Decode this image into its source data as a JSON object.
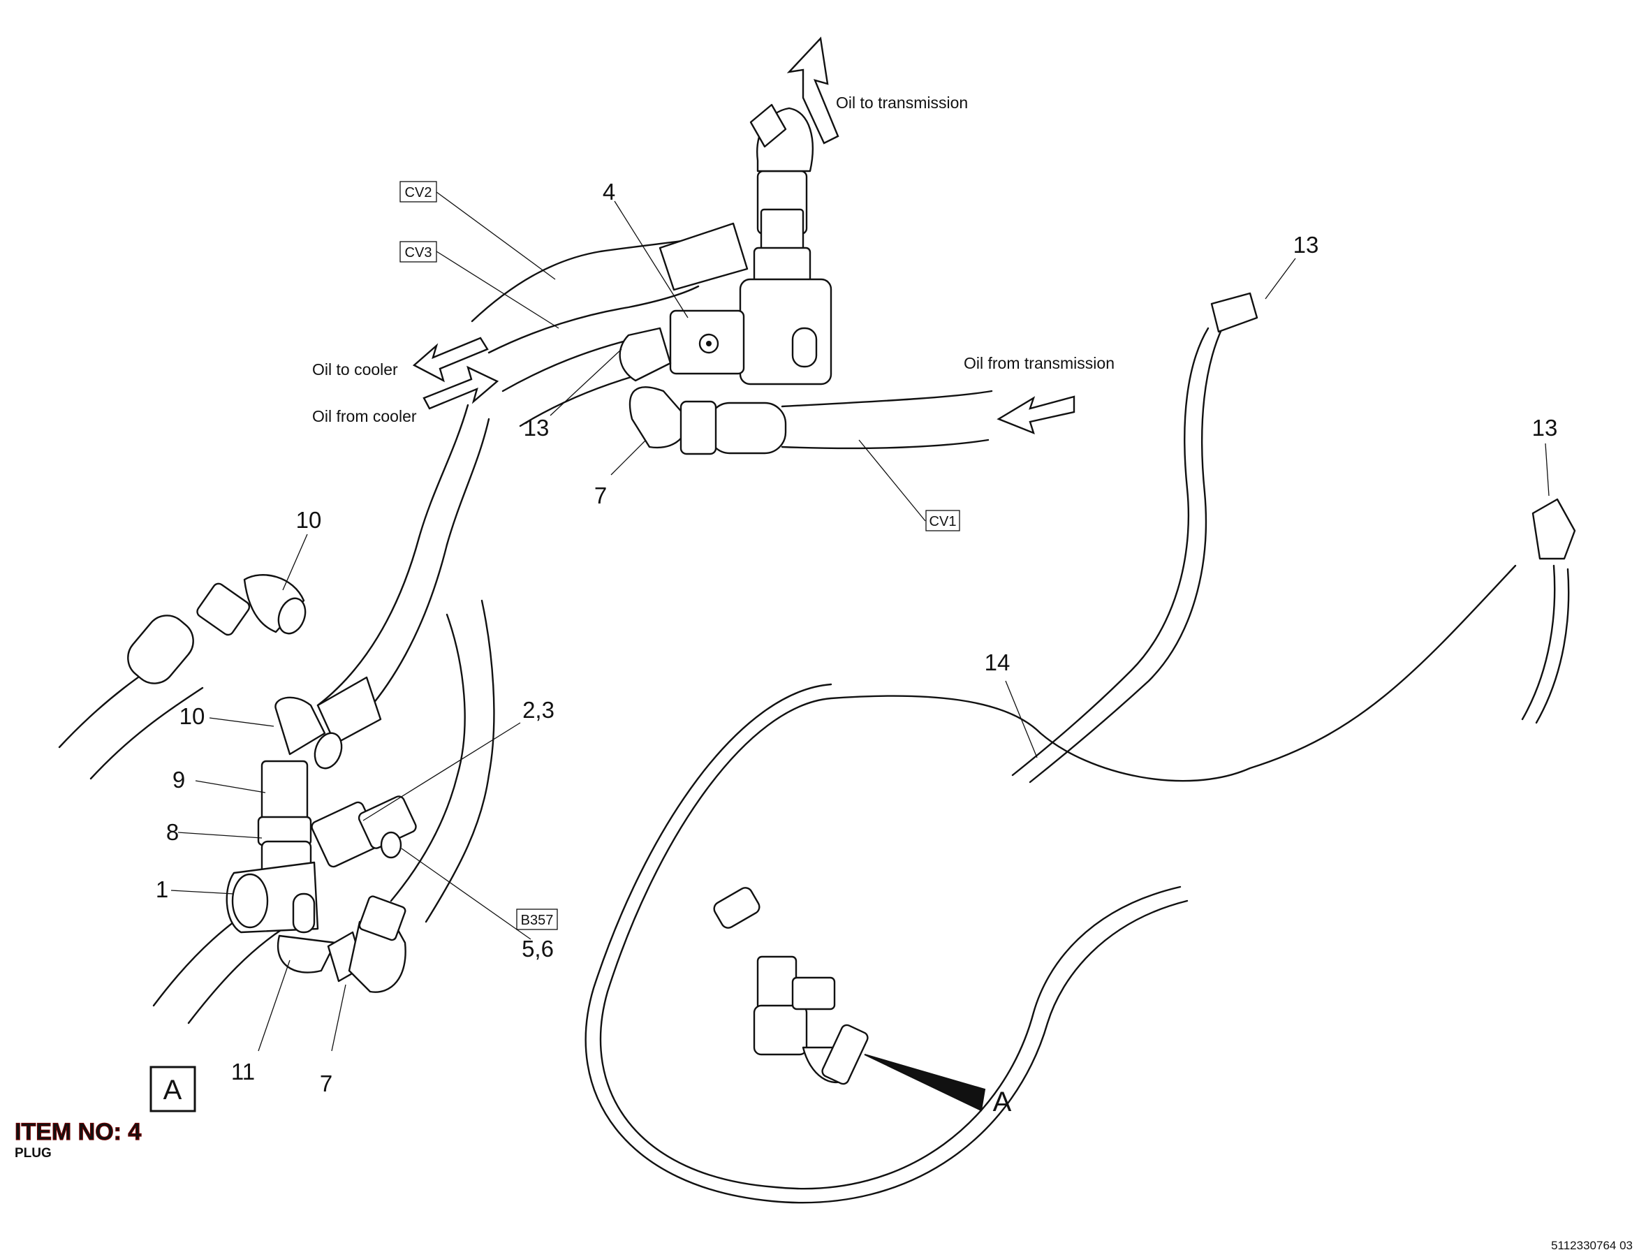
{
  "flow_labels": {
    "oil_to_transmission": "Oil to transmission",
    "oil_from_transmission": "Oil from transmission",
    "oil_to_cooler": "Oil to cooler",
    "oil_from_cooler": "Oil from cooler"
  },
  "hose_tags": {
    "cv1": "CV1",
    "cv2": "CV2",
    "cv3": "CV3",
    "b357": "B357"
  },
  "callouts": {
    "top_4": "4",
    "top_13": "13",
    "top_7": "7",
    "right_13_upper": "13",
    "right_13_lower": "13",
    "right_14": "14",
    "left_10_top": "10",
    "left_10": "10",
    "left_9": "9",
    "left_8": "8",
    "left_1": "1",
    "left_2_3": "2,3",
    "left_5_6": "5,6",
    "left_11": "11",
    "left_7": "7"
  },
  "view_marker": "A",
  "detail_box": "A",
  "item": {
    "title": "ITEM NO: 4",
    "subtitle": "PLUG"
  },
  "document_number": "5112330764 03",
  "colors": {
    "line": "#111111",
    "item_title": "#d2141b",
    "background": "#ffffff"
  }
}
